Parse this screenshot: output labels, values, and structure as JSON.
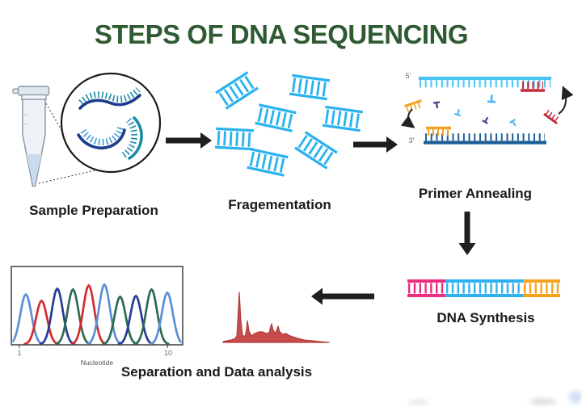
{
  "title": "STEPS OF DNA SEQUENCING",
  "labels": {
    "sample_preparation": "Sample Preparation",
    "fragmentation": "Fragementation",
    "primer_annealing": "Primer Annealing",
    "dna_synthesis": "DNA Synthesis",
    "separation": "Separation and Data analysis",
    "five_prime": "5′",
    "three_prime": "3′"
  },
  "colors": {
    "title_green": "#2E5B31",
    "label_black": "#1A1A1A",
    "cyan_dna": "#29B2EF",
    "light_cyan_strand": "#49C4F2",
    "dark_blue_strand": "#1E5E96",
    "navy_strand": "#1C3E8C",
    "teal_strand": "#1C8CA8",
    "mid_cyan_strand": "#3F9EDB",
    "orange_primer": "#F2A124",
    "red_primer": "#C5283C",
    "pink_segment": "#EC2E7E",
    "cyan_segment": "#2EB3F0",
    "orange_segment": "#F6A41F",
    "arrow_black": "#1F1F1F",
    "nucleotide_purple": "#3D3A8C",
    "nucleotide_lightblue": "#54B9F0",
    "peak_blue": "#5B8FD6",
    "peak_red": "#D42C2C",
    "peak_navy": "#2A3B96",
    "peak_green": "#2B6C4E",
    "density_red_fill": "#C94B4B",
    "density_red_stroke": "#B23C3C"
  },
  "chart_data": [
    {
      "id": "chromatogram",
      "type": "line",
      "title": "",
      "xlabel": "Nucleotide",
      "ylabel": "",
      "x_tick_labels": [
        "1",
        "10"
      ],
      "x_range": [
        1,
        10
      ],
      "grid": false,
      "legend": false,
      "description": "Sanger sequencing chromatogram: one colored gaussian peak per nucleotide position 1-10",
      "peaks": [
        {
          "position": 1,
          "base_color": "blue",
          "height": 62
        },
        {
          "position": 2,
          "base_color": "red",
          "height": 54
        },
        {
          "position": 3,
          "base_color": "navy",
          "height": 69
        },
        {
          "position": 4,
          "base_color": "green",
          "height": 68
        },
        {
          "position": 5,
          "base_color": "red",
          "height": 73
        },
        {
          "position": 6,
          "base_color": "blue",
          "height": 74
        },
        {
          "position": 7,
          "base_color": "green",
          "height": 59
        },
        {
          "position": 8,
          "base_color": "navy",
          "height": 60
        },
        {
          "position": 9,
          "base_color": "green",
          "height": 68
        },
        {
          "position": 10,
          "base_color": "blue",
          "height": 64
        }
      ]
    },
    {
      "id": "electropherogram",
      "type": "area",
      "title": "",
      "grid": false,
      "legend": false,
      "description": "Red intensity trace: one dominant sharp peak followed by smaller spikes and a decaying tail",
      "baseline_y": 424,
      "points": [
        [
          276,
          423
        ],
        [
          286,
          421
        ],
        [
          291,
          419
        ],
        [
          293,
          416
        ],
        [
          294,
          400
        ],
        [
          296,
          362
        ],
        [
          298,
          398
        ],
        [
          300,
          415
        ],
        [
          303,
          417
        ],
        [
          305,
          408
        ],
        [
          306,
          397
        ],
        [
          308,
          410
        ],
        [
          311,
          416
        ],
        [
          315,
          413
        ],
        [
          320,
          411
        ],
        [
          325,
          411
        ],
        [
          330,
          413
        ],
        [
          333,
          412
        ],
        [
          335,
          404
        ],
        [
          336,
          401
        ],
        [
          338,
          409
        ],
        [
          341,
          413
        ],
        [
          343,
          407
        ],
        [
          344,
          404
        ],
        [
          346,
          411
        ],
        [
          350,
          414
        ],
        [
          354,
          413
        ],
        [
          357,
          415
        ],
        [
          362,
          417
        ],
        [
          368,
          419
        ],
        [
          376,
          421
        ],
        [
          386,
          422
        ],
        [
          396,
          423
        ],
        [
          407,
          424
        ]
      ]
    }
  ]
}
